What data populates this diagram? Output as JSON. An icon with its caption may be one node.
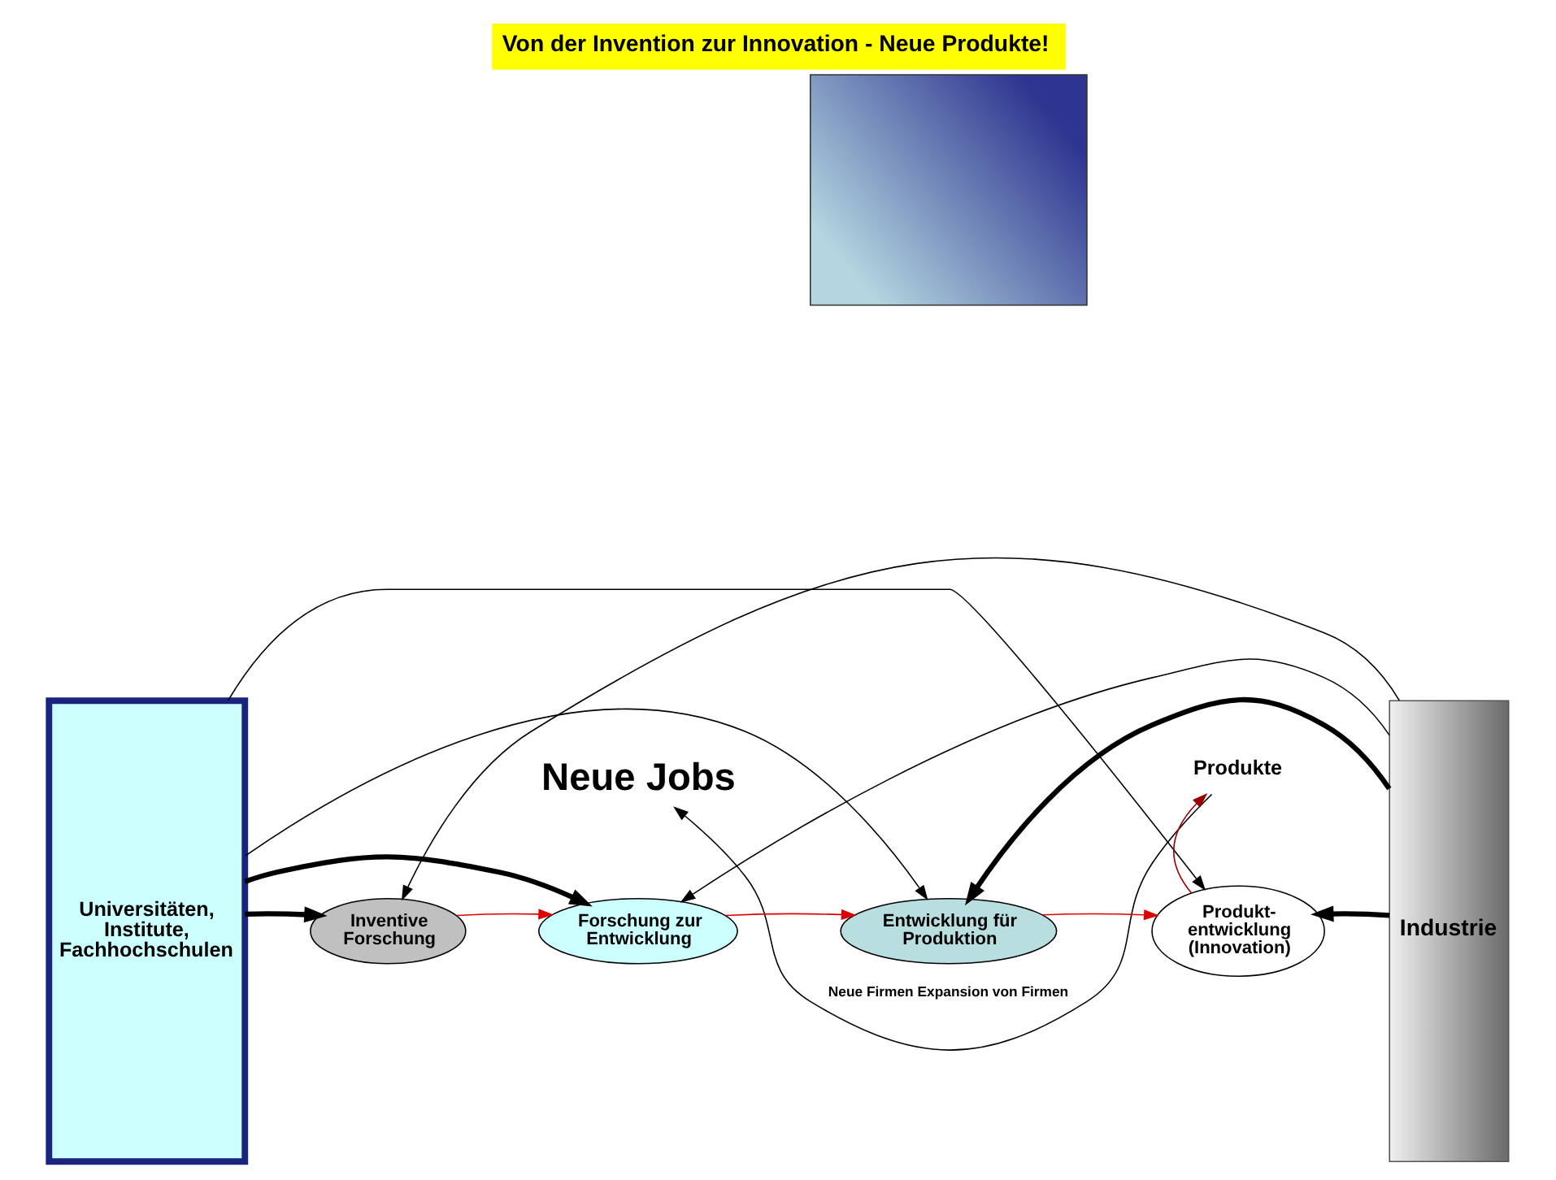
{
  "diagram": {
    "title": "Von der Invention zur Innovation - Neue Produkte!",
    "nodes": [
      {
        "text": [
          "Universitäten, Institute, Fachhochschulen"
        ]
      },
      {
        "text": [
          "Industrie"
        ]
      },
      {
        "text": [
          "Neue Jobs"
        ]
      },
      {
        "text": [
          "Produkte"
        ]
      },
      {
        "text": [],
        "shape": "box"
      },
      {
        "text": [
          "Inventive Forschung"
        ]
      },
      {
        "text": [
          "Forschung zur Entwicklung"
        ]
      },
      {
        "text": [
          "Entwicklung für Produktion"
        ]
      },
      {
        "text": [
          "Produkt- entwicklung (Innovation)"
        ]
      }
    ],
    "edges": [
      {
        "from": 0,
        "to": 8,
        "arrow": "to"
      },
      {
        "from": 0,
        "to": 7,
        "arrow": "to"
      },
      {
        "from": 0,
        "to": 6,
        "arrow": "to",
        "style": "thick"
      },
      {
        "from": 0,
        "to": 5,
        "arrow": "to",
        "style": "thick"
      },
      {
        "from": 1,
        "to": 8,
        "arrow": "to",
        "style": "thick"
      },
      {
        "from": 1,
        "to": 7,
        "arrow": "to",
        "style": "thick"
      },
      {
        "from": 1,
        "to": 6,
        "arrow": "to"
      },
      {
        "from": 1,
        "to": 5,
        "arrow": "to"
      },
      {
        "from": 5,
        "to": 6,
        "arrow": "to",
        "color": "#dd0000"
      },
      {
        "from": 6,
        "to": 7,
        "arrow": "to",
        "color": "#dd0000"
      },
      {
        "from": 7,
        "to": 8,
        "arrow": "to",
        "color": "#dd0000"
      },
      {
        "from": 8,
        "to": 3,
        "arrow": "to",
        "color": "#990000"
      },
      {
        "from": 3,
        "to": 2,
        "arrow": "to",
        "label": "Neue Firmen Expansion von Firmen"
      }
    ]
  }
}
